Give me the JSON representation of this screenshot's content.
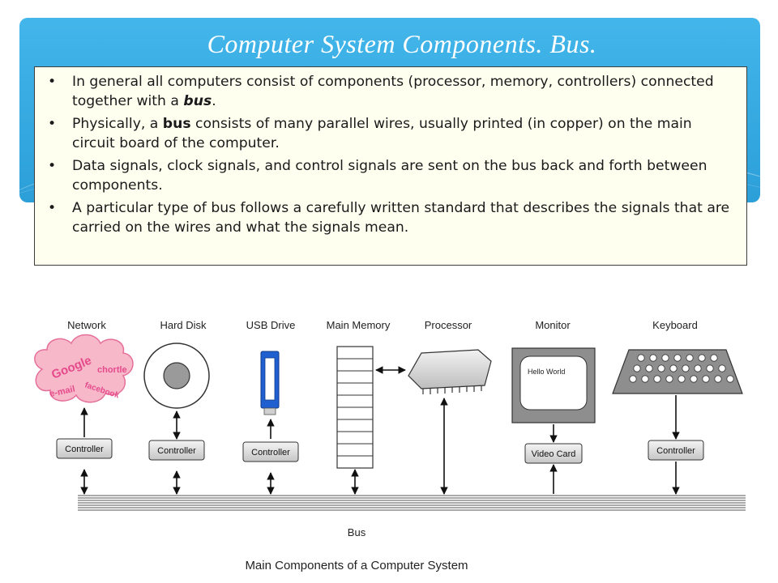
{
  "title": "Computer System Components. Bus.",
  "bullets": [
    {
      "parts": [
        {
          "t": "In general all computers consist of components (processor, memory, controllers) connected together with a "
        },
        {
          "t": "bus",
          "b": true,
          "i": true
        },
        {
          "t": "."
        }
      ]
    },
    {
      "parts": [
        {
          "t": "Physically, a "
        },
        {
          "t": "bus",
          "b": true
        },
        {
          "t": " consists of many parallel wires, usually printed (in copper) on the main circuit board of the computer."
        }
      ]
    },
    {
      "parts": [
        {
          "t": "Data signals, clock signals, and control signals are sent on the bus back and forth between components."
        }
      ]
    },
    {
      "parts": [
        {
          "t": "A particular type of bus follows a carefully written standard that describes the signals that are carried on the wires and what the signals mean."
        }
      ]
    }
  ],
  "diagram": {
    "labels": {
      "network": "Network",
      "hard_disk": "Hard Disk",
      "usb_drive": "USB Drive",
      "main_memory": "Main Memory",
      "processor": "Processor",
      "monitor": "Monitor",
      "keyboard": "Keyboard"
    },
    "controller": "Controller",
    "video_card": "Video Card",
    "screen_text": "Hello World",
    "cloud_words": [
      "Google",
      "chortle",
      "facebook",
      "e-mail"
    ],
    "bus_label": "Bus",
    "caption": "Main Components of a Computer System",
    "colors": {
      "cloud_fill": "#f7b9c9",
      "cloud_text": "#e64a8c",
      "usb_blue": "#1f5fd0",
      "box_gray": "#d9d9d9",
      "banner": "#34a8e0"
    }
  }
}
